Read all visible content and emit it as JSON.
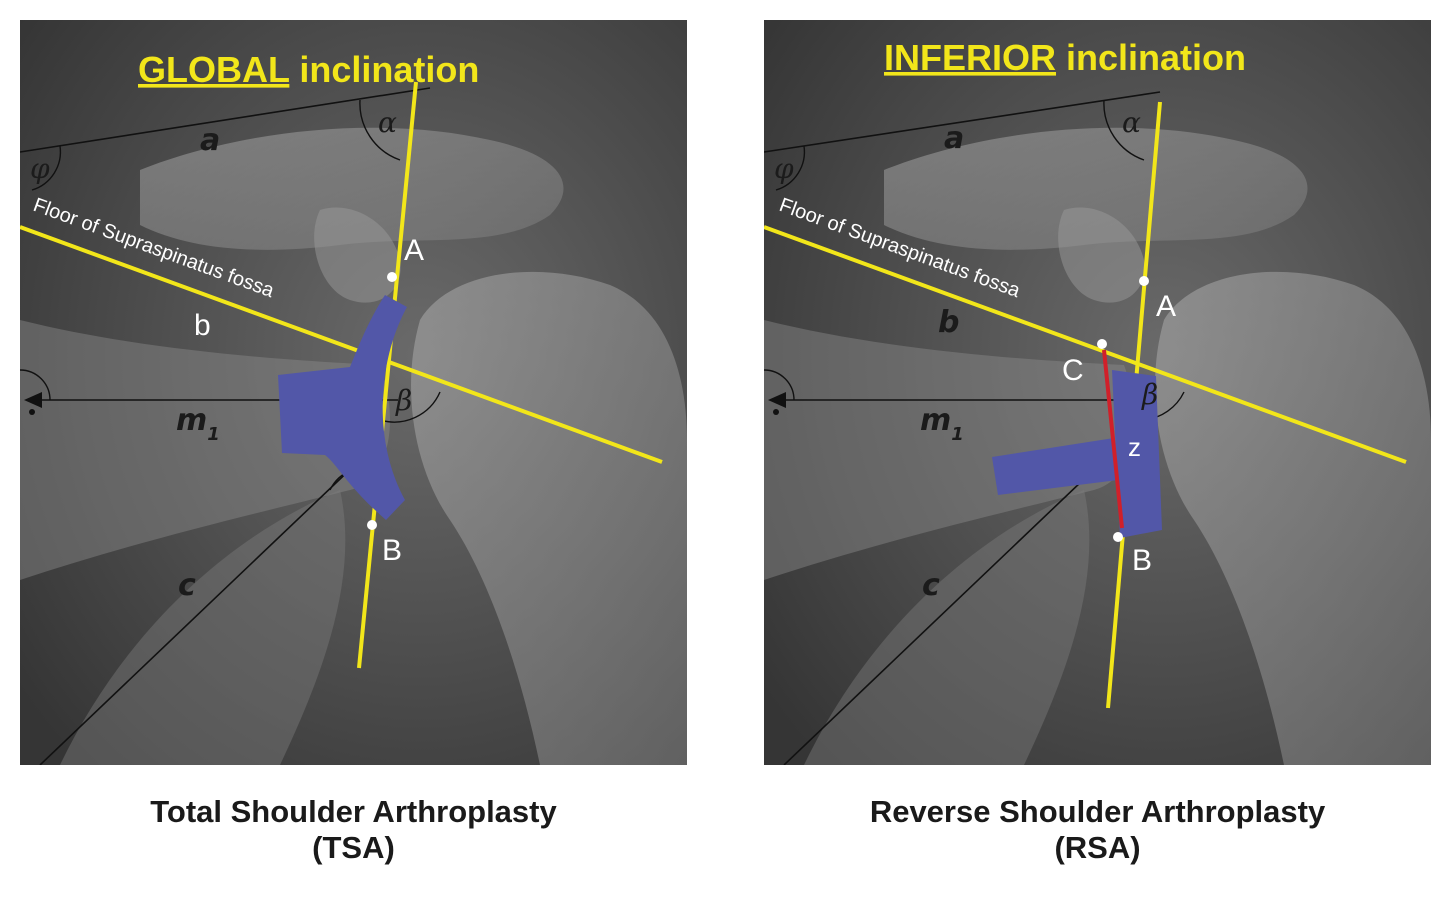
{
  "panels": [
    {
      "id": "tsa",
      "title_emphasis": "GLOBAL",
      "title_rest": " inclination",
      "fossa_label": "Floor of Supraspinatus fossa",
      "point_labels": {
        "A": "A",
        "B": "B"
      },
      "greek_labels": {
        "phi": "φ",
        "alpha": "α",
        "beta": "β"
      },
      "line_labels": {
        "a": "a",
        "b": "b",
        "m1": "m",
        "m1_sub": "1",
        "c": "c"
      },
      "caption_line1": "Total Shoulder Arthroplasty",
      "caption_line2": "(TSA)"
    },
    {
      "id": "rsa",
      "title_emphasis": "INFERIOR",
      "title_rest": " inclination",
      "fossa_label": "Floor of Supraspinatus fossa",
      "point_labels": {
        "A": "A",
        "B": "B",
        "C": "C",
        "Z": "z"
      },
      "greek_labels": {
        "phi": "φ",
        "alpha": "α",
        "beta": "β"
      },
      "line_labels": {
        "a": "a",
        "b": "b",
        "m1": "m",
        "m1_sub": "1",
        "c": "c"
      },
      "caption_line1": "Reverse Shoulder Arthroplasty",
      "caption_line2": "(RSA)"
    }
  ],
  "colors": {
    "annotation_yellow": "#f2e61a",
    "implant_blue": "#5257a8",
    "line_red": "#d0202a",
    "xray_dark": "#3e3e3e",
    "bone_light": "#9a9a9a"
  }
}
